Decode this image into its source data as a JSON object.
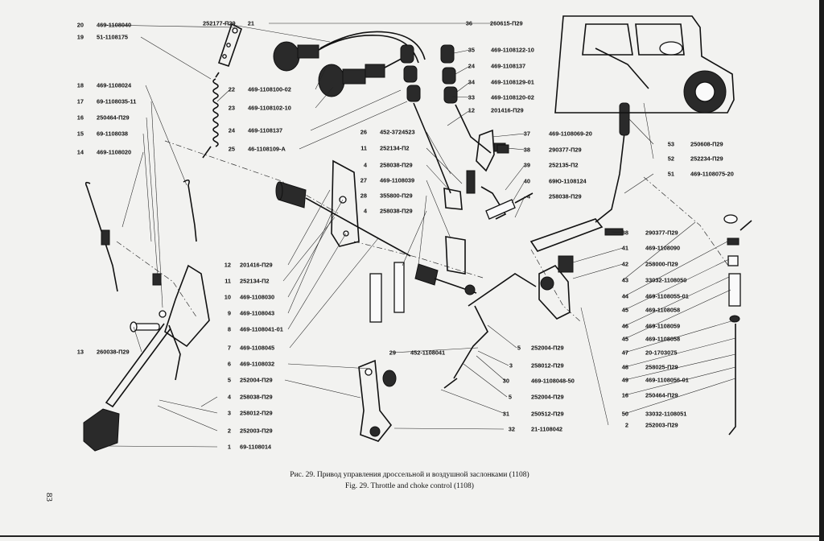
{
  "figure": {
    "caption_ru": "Рис. 29. Привод управления дроссельной и воздушной заслонками (1108)",
    "caption_en": "Fig. 29. Throttle and choke control (1108)",
    "page_number": "83"
  },
  "callouts_left": [
    {
      "n": "20",
      "code": "469-1108040"
    },
    {
      "n": "19",
      "code": "51-1108175"
    },
    {
      "n": "18",
      "code": "469-1108024"
    },
    {
      "n": "17",
      "code": "69-1108035-11"
    },
    {
      "n": "16",
      "code": "250464-П29"
    },
    {
      "n": "15",
      "code": "69-1108038"
    },
    {
      "n": "14",
      "code": "469-1108020"
    },
    {
      "n": "13",
      "code": "260038-П29"
    }
  ],
  "callouts_top": [
    {
      "n": "21",
      "code": "252177-П29"
    },
    {
      "n": "36",
      "code": "260615-П29"
    }
  ],
  "callouts_center_left": [
    {
      "n": "22",
      "code": "469-1108100-02"
    },
    {
      "n": "23",
      "code": "469-1108102-10"
    },
    {
      "n": "24",
      "code": "469-1108137"
    },
    {
      "n": "25",
      "code": "46-1108109-А"
    }
  ],
  "callouts_center_bottom": [
    {
      "n": "12",
      "code": "201416-П29"
    },
    {
      "n": "11",
      "code": "252134-П2"
    },
    {
      "n": "10",
      "code": "469-1108030"
    },
    {
      "n": "9",
      "code": "469-1108043"
    },
    {
      "n": "8",
      "code": "469-1108041-01"
    },
    {
      "n": "7",
      "code": "469-1108045"
    },
    {
      "n": "6",
      "code": "469-1108032"
    },
    {
      "n": "5",
      "code": "252004-П29"
    },
    {
      "n": "4",
      "code": "258038-П29"
    },
    {
      "n": "3",
      "code": "258012-П29"
    },
    {
      "n": "2",
      "code": "252003-П29"
    },
    {
      "n": "1",
      "code": "69-1108014"
    }
  ],
  "callouts_right_top": [
    {
      "n": "35",
      "code": "469-1108122-10"
    },
    {
      "n": "24",
      "code": "469-1108137"
    },
    {
      "n": "34",
      "code": "469-1108129-01"
    },
    {
      "n": "33",
      "code": "469-1108120-02"
    },
    {
      "n": "12",
      "code": "201416-П29"
    }
  ],
  "callouts_middle_column": [
    {
      "n": "26",
      "code": "452-3724523"
    },
    {
      "n": "11",
      "code": "252134-П2"
    },
    {
      "n": "4",
      "code": "258038-П29"
    },
    {
      "n": "27",
      "code": "469-1108039"
    },
    {
      "n": "28",
      "code": "355800-П29"
    },
    {
      "n": "4",
      "code": "258038-П29"
    }
  ],
  "callouts_right_column": [
    {
      "n": "37",
      "code": "469-1108069-20"
    },
    {
      "n": "38",
      "code": "290377-П29"
    },
    {
      "n": "39",
      "code": "252135-П2"
    },
    {
      "n": "40",
      "code": "69Ю-1108124"
    },
    {
      "n": "4",
      "code": "258038-П29"
    }
  ],
  "callouts_far_right": [
    {
      "n": "53",
      "code": "250608-П29"
    },
    {
      "n": "52",
      "code": "252234-П29"
    },
    {
      "n": "51",
      "code": "469-1108075-20"
    }
  ],
  "callouts_lower_right": [
    {
      "n": "38",
      "code": "290377-П29"
    },
    {
      "n": "41",
      "code": "469-1108090"
    },
    {
      "n": "42",
      "code": "258000-П29"
    },
    {
      "n": "43",
      "code": "33032-1108050"
    },
    {
      "n": "44",
      "code": "469-1108055-01"
    },
    {
      "n": "45",
      "code": "469-1108058"
    },
    {
      "n": "46",
      "code": "469-1108059"
    },
    {
      "n": "45",
      "code": "469-1108058"
    },
    {
      "n": "47",
      "code": "20-1703075"
    },
    {
      "n": "48",
      "code": "258025-П29"
    },
    {
      "n": "49",
      "code": "469-1108056-01"
    },
    {
      "n": "16",
      "code": "250464-П29"
    },
    {
      "n": "50",
      "code": "33032-1108051"
    },
    {
      "n": "2",
      "code": "252003-П29"
    }
  ],
  "callouts_bottom_middle": [
    {
      "n": "29",
      "code": "452-1108041"
    },
    {
      "n": "5",
      "code": "252004-П29"
    },
    {
      "n": "3",
      "code": "258012-П29"
    },
    {
      "n": "30",
      "code": "469-1108048-50"
    },
    {
      "n": "5",
      "code": "252004-П29"
    },
    {
      "n": "31",
      "code": "250512-П29"
    },
    {
      "n": "32",
      "code": "21-1108042"
    }
  ]
}
